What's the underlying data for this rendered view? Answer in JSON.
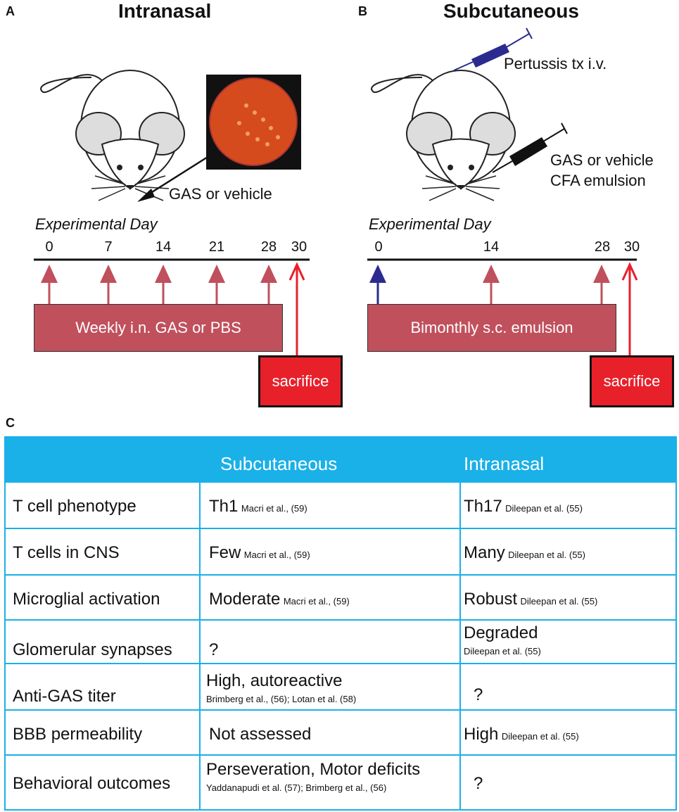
{
  "panel_a": {
    "letter": "A",
    "title": "Intranasal",
    "inoculum_label": "GAS or vehicle",
    "day_label": "Experimental Day",
    "days": [
      "0",
      "7",
      "14",
      "21",
      "28",
      "30"
    ],
    "treatment_box": "Weekly i.n. GAS or PBS",
    "endpoint_box": "sacrifice"
  },
  "panel_b": {
    "letter": "B",
    "title": "Subcutaneous",
    "injection1_label": "Pertussis tx i.v.",
    "injection2_label_line1": "GAS or vehicle",
    "injection2_label_line2": "CFA emulsion",
    "day_label": "Experimental Day",
    "days": [
      "0",
      "14",
      "28",
      "30"
    ],
    "treatment_box": "Bimonthly s.c. emulsion",
    "endpoint_box": "sacrifice"
  },
  "panel_c": {
    "letter": "C",
    "headers": [
      "Subcutaneous",
      "Intranasal"
    ],
    "rows": [
      {
        "label": "T cell phenotype",
        "sc": "Th1",
        "sc_ref": "Macri et al., (59)",
        "in": "Th17",
        "in_ref": "Dileepan et al. (55)"
      },
      {
        "label": "T cells in CNS",
        "sc": "Few",
        "sc_ref": "Macri et al., (59)",
        "in": "Many",
        "in_ref": "Dileepan et al. (55)"
      },
      {
        "label": "Microglial activation",
        "sc": "Moderate",
        "sc_ref": "Macri et al., (59)",
        "in": "Robust",
        "in_ref": "Dileepan et al. (55)"
      },
      {
        "label": "Glomerular synapses",
        "sc": "?",
        "sc_ref": "",
        "in": "Degraded",
        "in_ref": "Dileepan et al. (55)"
      },
      {
        "label": "Anti-GAS titer",
        "sc": "High, autoreactive",
        "sc_ref": "Brimberg et al., (56); Lotan et al. (58)",
        "in": "?",
        "in_ref": ""
      },
      {
        "label": "BBB permeability",
        "sc": "Not assessed",
        "sc_ref": "",
        "in": "High",
        "in_ref": "Dileepan et al. (55)"
      },
      {
        "label": "Behavioral outcomes",
        "sc": "Perseveration, Motor deficits",
        "sc_ref": "Yaddanapudi et al. (57); Brimberg et al., (56)",
        "in": "?",
        "in_ref": ""
      }
    ]
  },
  "colors": {
    "arrow_maroon": "#c0505c",
    "box_maroon": "#c0505c",
    "sacrifice_red": "#e8202a",
    "pertussis_blue": "#2b2b8f",
    "table_blue": "#1ab0e8"
  }
}
